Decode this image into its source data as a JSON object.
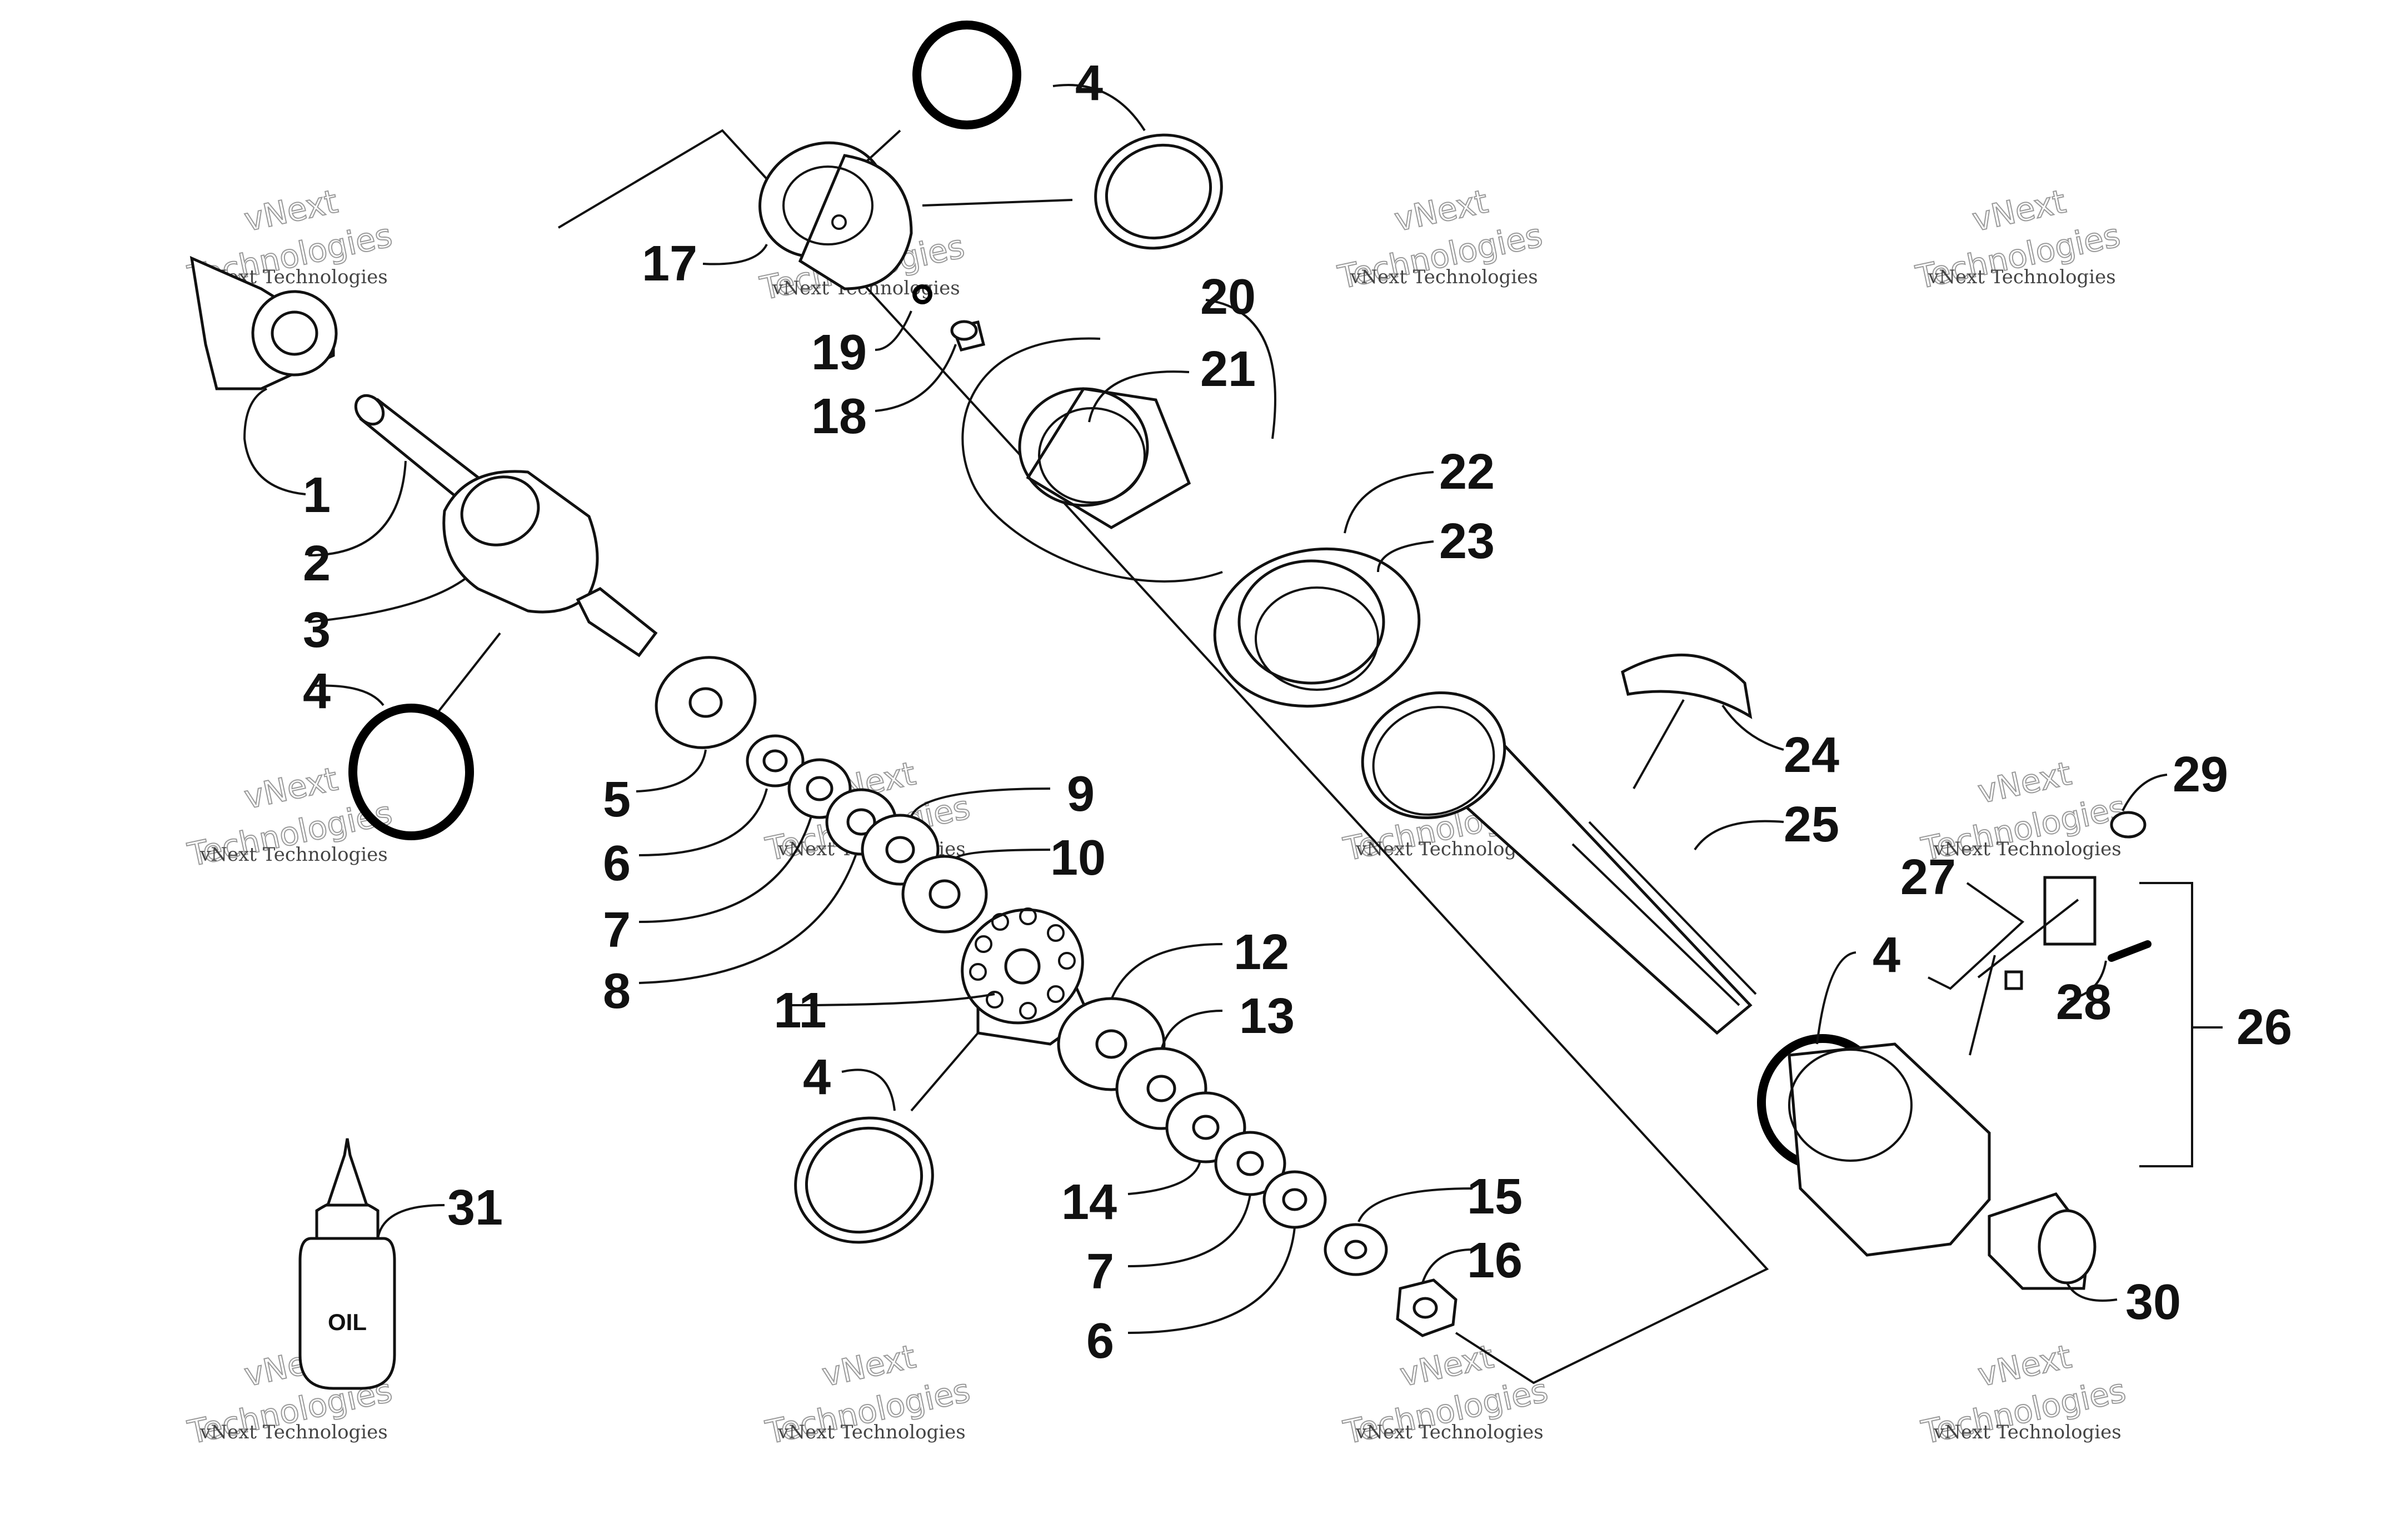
{
  "callouts": {
    "c1": "1",
    "c2": "2",
    "c3": "3",
    "c4a": "4",
    "c4b": "4",
    "c4c": "4",
    "c4d": "4",
    "c5": "5",
    "c6a": "6",
    "c6b": "6",
    "c7a": "7",
    "c7b": "7",
    "c8": "8",
    "c9": "9",
    "c10": "10",
    "c11": "11",
    "c12": "12",
    "c13": "13",
    "c14": "14",
    "c15": "15",
    "c16": "16",
    "c17": "17",
    "c18": "18",
    "c19": "19",
    "c20": "20",
    "c21": "21",
    "c22": "22",
    "c23": "23",
    "c24": "24",
    "c25": "25",
    "c26": "26",
    "c27": "27",
    "c28": "28",
    "c29": "29",
    "c30": "30",
    "c31": "31"
  },
  "oil_bottle_label": "OIL",
  "watermark": {
    "line1": "vNext Technologies",
    "line2": "vNext",
    "line3": "Technologies"
  }
}
